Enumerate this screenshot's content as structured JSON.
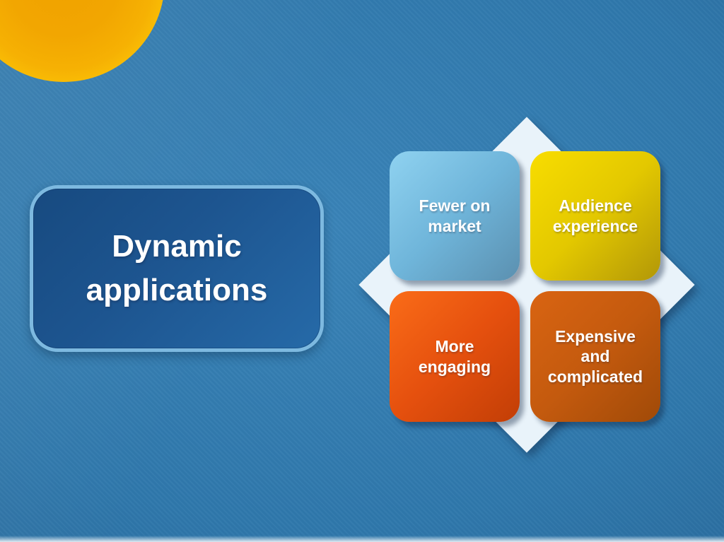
{
  "slide": {
    "title": "Dynamic\napplications",
    "quadrants": [
      {
        "id": "fewer-on-market",
        "label": "Fewer on\nmarket",
        "gradient": [
          "#8fd2f0",
          "#6fb5da",
          "#5b90b0"
        ]
      },
      {
        "id": "audience-experience",
        "label": "Audience\nexperience",
        "gradient": [
          "#f8dd00",
          "#e3c800",
          "#b29708"
        ]
      },
      {
        "id": "more-engaging",
        "label": "More\nengaging",
        "gradient": [
          "#fa6c18",
          "#e5500e",
          "#c23e06"
        ]
      },
      {
        "id": "expensive-complicated",
        "label": "Expensive\nand\ncomplicated",
        "gradient": [
          "#d96412",
          "#c45a0e",
          "#a04a08"
        ]
      }
    ],
    "colors": {
      "background_center": "#3a84b8",
      "background_mid": "#2f78ac",
      "background_edge": "#265f8e",
      "diamond": "#e9f3fa",
      "title_box_fill_start": "#174a80",
      "title_box_fill_mid": "#1d5590",
      "title_box_fill_end": "#266aa8",
      "title_box_border": "#7db9e0",
      "sun_inner": "#f0a200",
      "sun_outer": "#ffd013",
      "text": "#ffffff"
    }
  }
}
